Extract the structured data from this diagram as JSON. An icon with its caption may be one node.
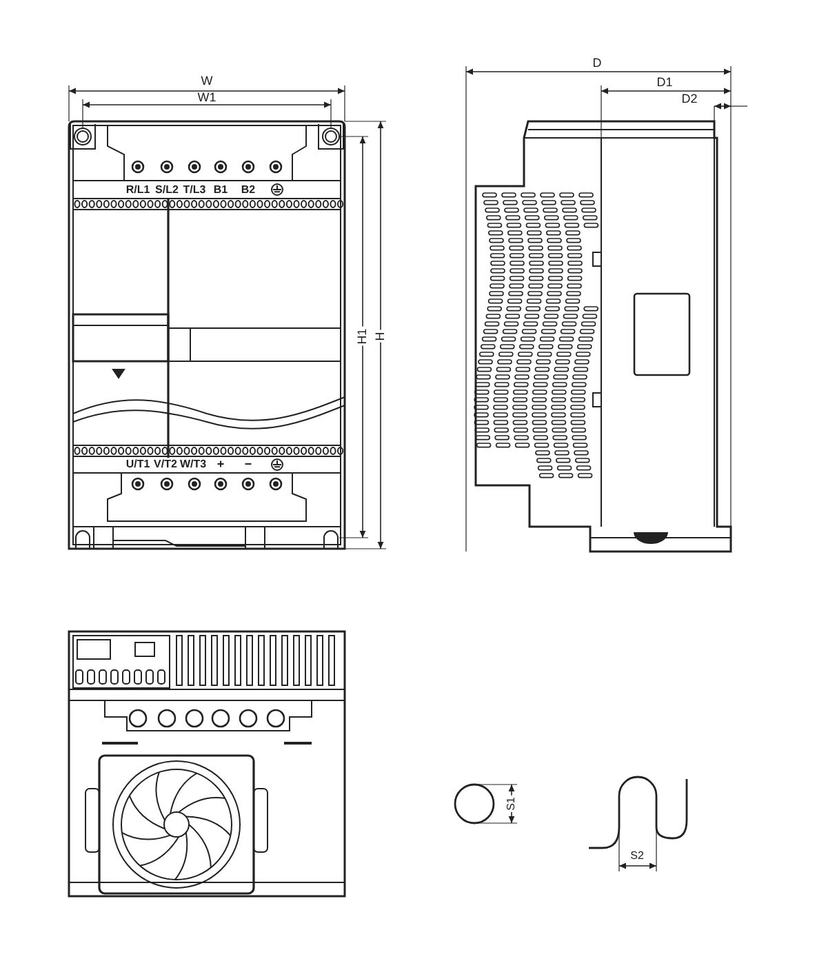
{
  "diagram": {
    "labels": [
      "W",
      "W1",
      "R/L1",
      "S/L2",
      "T/L3",
      "B1",
      "B2",
      "H1",
      "H",
      "U/T1",
      "V/T2",
      "W/T3",
      "+",
      "−",
      "D",
      "D1",
      "D2",
      "S1",
      "S2"
    ]
  }
}
